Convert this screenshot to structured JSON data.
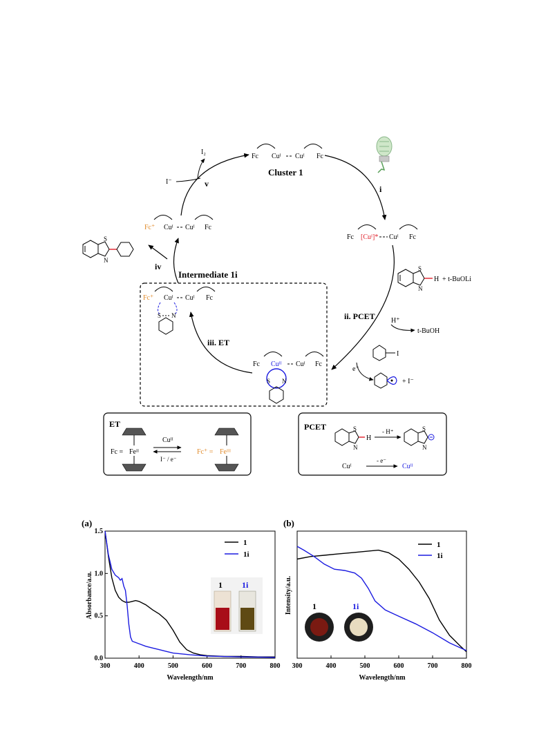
{
  "scheme": {
    "cluster_label": "Cluster 1",
    "intermediate_label": "Intermediate 1i",
    "steps": {
      "i": "i",
      "ii": "ii. PCET",
      "iii": "iii. ET",
      "iv": "iv",
      "v": "v"
    },
    "species": {
      "fc": "Fc",
      "fc_plus": "Fc⁺",
      "cu1": "Cuᴵ",
      "cu2": "Cuᴵᴵ",
      "cu_excited": "[Cuᴵ]*",
      "i2": "I₂",
      "iodide": "I⁻",
      "h_plus": "H⁺",
      "tbuoh": "t-BuOH",
      "tbuoli": "+ t-BuOLi",
      "e_minus": "e⁻",
      "plus_iodide": "+ I⁻",
      "s": "S",
      "n": "N",
      "h": "H",
      "i": "I"
    },
    "et_box": {
      "title": "ET",
      "fc_eq": "Fc =",
      "fe2": "Feᴵᴵ",
      "fe3": "Feᴵᴵᴵ",
      "fc_plus_eq": "Fc⁺ =",
      "cu2": "Cuᴵᴵ",
      "reverse": "I⁻ / e⁻"
    },
    "pcet_box": {
      "title": "PCET",
      "minus_h": "- H⁺",
      "minus_e": "- e⁻",
      "cu1": "Cuᴵ",
      "cu2": "Cuᴵᴵ"
    }
  },
  "colors": {
    "orange": "#e08a2a",
    "red": "#e0202a",
    "blue": "#1a1ae0",
    "black": "#000000"
  },
  "chart_data": [
    {
      "type": "line",
      "panel": "(a)",
      "xlabel": "Wavelength/nm",
      "ylabel": "Absorbance/a.u.",
      "xlim": [
        300,
        800
      ],
      "ylim": [
        0,
        1.5
      ],
      "xticks": [
        "300",
        "400",
        "500",
        "600",
        "700",
        "800"
      ],
      "yticks": [
        "0.0",
        "0.5",
        "1.0",
        "1.5"
      ],
      "legend": "top-right",
      "inset_labels": [
        "1",
        "1i"
      ],
      "series": [
        {
          "name": "1",
          "color": "#000000",
          "x": [
            300,
            310,
            320,
            330,
            340,
            350,
            360,
            370,
            380,
            390,
            400,
            420,
            440,
            460,
            480,
            500,
            520,
            540,
            560,
            580,
            600,
            650,
            700,
            750,
            800
          ],
          "y": [
            1.5,
            1.2,
            0.95,
            0.8,
            0.72,
            0.68,
            0.66,
            0.66,
            0.67,
            0.68,
            0.67,
            0.63,
            0.57,
            0.52,
            0.45,
            0.33,
            0.19,
            0.1,
            0.06,
            0.04,
            0.03,
            0.02,
            0.02,
            0.015,
            0.015
          ]
        },
        {
          "name": "1i",
          "color": "#1a1ae0",
          "x": [
            300,
            310,
            320,
            330,
            340,
            345,
            350,
            355,
            360,
            365,
            370,
            375,
            380,
            400,
            420,
            440,
            460,
            480,
            500,
            550,
            600,
            700,
            800
          ],
          "y": [
            1.5,
            1.22,
            1.05,
            0.98,
            0.95,
            0.92,
            0.94,
            0.85,
            0.8,
            0.62,
            0.4,
            0.25,
            0.2,
            0.17,
            0.14,
            0.12,
            0.1,
            0.08,
            0.06,
            0.04,
            0.025,
            0.015,
            0.01
          ]
        }
      ]
    },
    {
      "type": "line",
      "panel": "(b)",
      "xlabel": "Wavelength/nm",
      "ylabel": "Intensity/a.u.",
      "xlim": [
        300,
        800
      ],
      "xticks": [
        "300",
        "400",
        "500",
        "600",
        "700",
        "800"
      ],
      "legend": "top-right",
      "inset_labels": [
        "1",
        "1i"
      ],
      "series": [
        {
          "name": "1",
          "color": "#000000",
          "x": [
            300,
            340,
            380,
            420,
            460,
            500,
            540,
            570,
            600,
            630,
            660,
            690,
            720,
            750,
            780,
            800
          ],
          "y": [
            0.78,
            0.8,
            0.81,
            0.82,
            0.83,
            0.84,
            0.85,
            0.83,
            0.78,
            0.7,
            0.6,
            0.47,
            0.3,
            0.18,
            0.1,
            0.05
          ]
        },
        {
          "name": "1i",
          "color": "#1a1ae0",
          "x": [
            300,
            320,
            350,
            380,
            410,
            440,
            470,
            490,
            510,
            530,
            560,
            600,
            650,
            700,
            750,
            800
          ],
          "y": [
            0.88,
            0.85,
            0.8,
            0.74,
            0.7,
            0.69,
            0.67,
            0.63,
            0.55,
            0.45,
            0.38,
            0.33,
            0.27,
            0.2,
            0.12,
            0.06
          ]
        }
      ]
    }
  ]
}
